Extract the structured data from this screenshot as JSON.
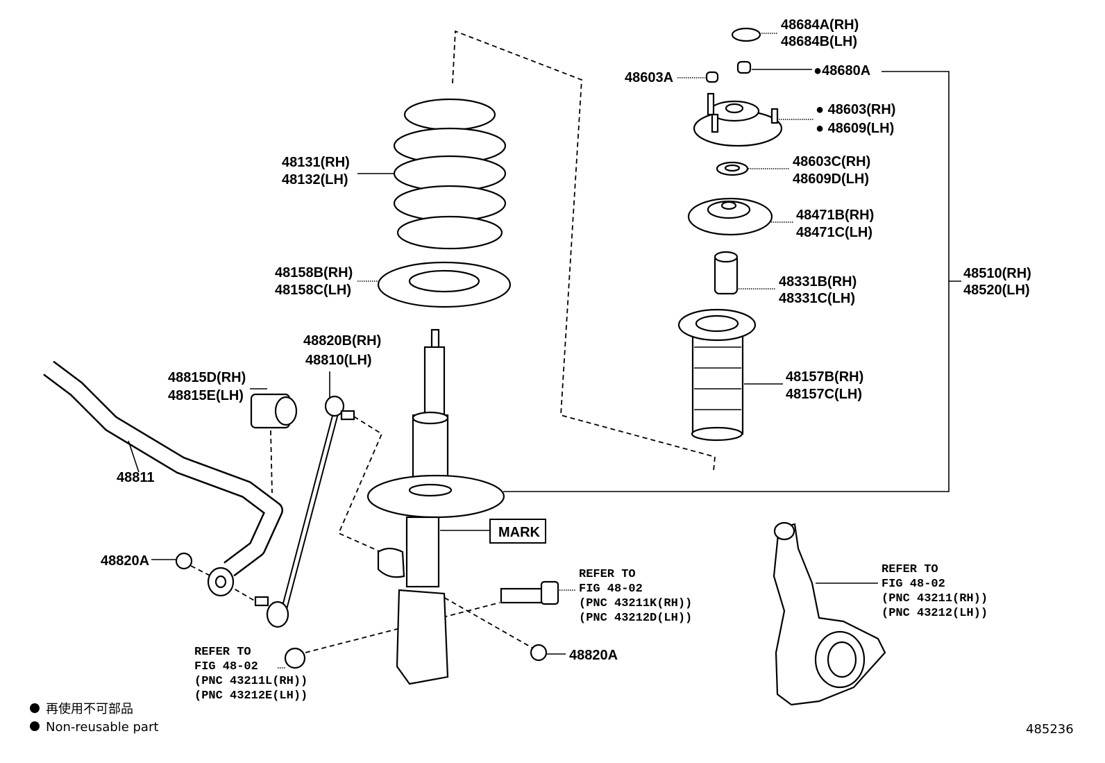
{
  "labels": {
    "cap_rh": "48684A(RH)",
    "cap_lh": "48684B(LH)",
    "nut_small": "48603A",
    "nut_top": "●48680A",
    "support_rh": "● 48603(RH)",
    "support_lh": "● 48609(LH)",
    "washer_rh": "48603C(RH)",
    "washer_lh": "48609D(LH)",
    "seat_upper_rh": "48471B(RH)",
    "seat_upper_lh": "48471C(LH)",
    "bumper_rh": "48331B(RH)",
    "bumper_lh": "48331C(LH)",
    "boot_rh": "48157B(RH)",
    "boot_lh": "48157C(LH)",
    "absorber_rh": "48510(RH)",
    "absorber_lh": "48520(LH)",
    "spring_rh": "48131(RH)",
    "spring_lh": "48132(LH)",
    "insulator_rh": "48158B(RH)",
    "insulator_lh": "48158C(LH)",
    "link_rh": "48820B(RH)",
    "link_lh": "48810(LH)",
    "bushing_rh": "48815D(RH)",
    "bushing_lh": "48815E(LH)",
    "stabilizer_bar": "48811",
    "mark": "MARK",
    "nut_left": "48820A",
    "nut_right": "48820A",
    "figure_id": "485236"
  },
  "references": {
    "bolt": [
      "REFER TO",
      "FIG 48-02",
      "(PNC 43211K(RH))",
      "(PNC 43212D(LH))"
    ],
    "nut": [
      "REFER TO",
      "FIG 48-02",
      "(PNC 43211L(RH))",
      "(PNC 43212E(LH))"
    ],
    "knuckle": [
      "REFER TO",
      "FIG 48-02",
      "(PNC 43211(RH))",
      "(PNC 43212(LH))"
    ]
  },
  "legend": {
    "japanese": "再使用不可部品",
    "english": "Non-reusable part"
  }
}
